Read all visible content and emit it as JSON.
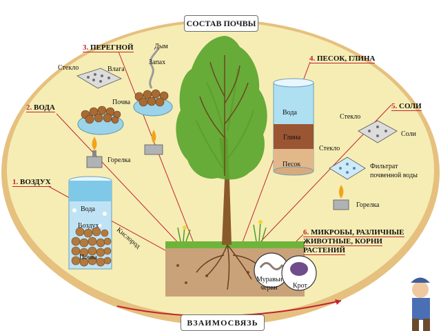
{
  "title": "СОСТАВ ПОЧВЫ",
  "bottom_label": "ВЗАИМОСВЯЗЬ",
  "sections": {
    "s1": {
      "number": "1.",
      "name": "ВОЗДУХ"
    },
    "s2": {
      "number": "2.",
      "name": "ВОДА"
    },
    "s3": {
      "number": "3.",
      "name": "ПЕРЕГНОЙ"
    },
    "s4": {
      "number": "4.",
      "name": "ПЕСОК, ГЛИНА"
    },
    "s5": {
      "number": "5.",
      "name": "СОЛИ"
    },
    "s6": {
      "number": "6.",
      "line1": "МИКРОБЫ, РАЗЛИЧНЫЕ",
      "line2": "ЖИВОТНЫЕ, КОРНИ",
      "line3": "РАСТЕНИЙ"
    }
  },
  "labels": {
    "air_water": "Вода",
    "air_air": "Воздух",
    "air_soil": "Почва",
    "oxygen": "Кислород",
    "water_burner": "Горелка",
    "glass_left": "Стекло",
    "moisture": "Влага",
    "soil": "Почва",
    "smoke": "Дым",
    "smell": "Запах",
    "sand_water": "Вода",
    "clay": "Глина",
    "sand": "Песок",
    "salt_glass_top": "Стекло",
    "salts": "Соли",
    "salt_glass_mid": "Стекло",
    "filtrate_line1": "Фильтрат",
    "filtrate_line2": "почвенной воды",
    "salt_burner": "Горелка",
    "worms_line1": "Муравьи",
    "worms_line2": "черви",
    "mole": "Крот"
  },
  "colors": {
    "disc": "#f6edb4",
    "rim": "#e3bd7d",
    "accent_red": "#c0242f",
    "water_blue": "#7fc8e8",
    "soil_brown": "#8a5a2b",
    "tree_green": "#5aa52f"
  }
}
